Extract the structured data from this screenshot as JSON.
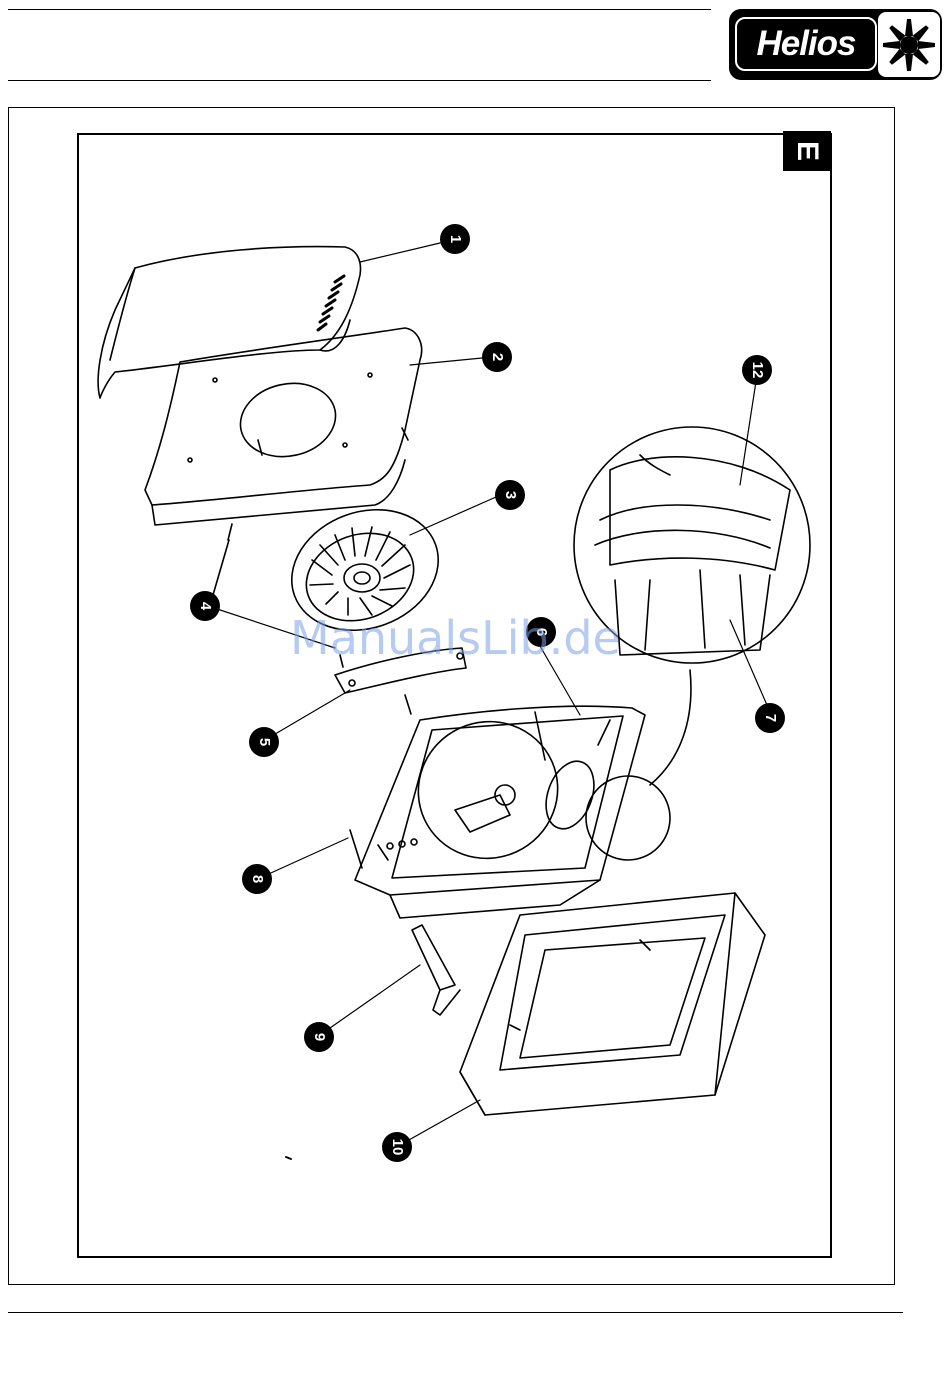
{
  "header": {
    "brand": "Helios",
    "logo_icon": "fan-wheel-icon"
  },
  "diagram": {
    "section_letter": "E",
    "watermark": "ManualsLib.de",
    "parts": [
      {
        "id": "p1",
        "label": "1"
      },
      {
        "id": "p2",
        "label": "2"
      },
      {
        "id": "p3",
        "label": "3"
      },
      {
        "id": "p4",
        "label": "4"
      },
      {
        "id": "p5",
        "label": "5"
      },
      {
        "id": "p6",
        "label": "6"
      },
      {
        "id": "p7",
        "label": "7"
      },
      {
        "id": "p8",
        "label": "8"
      },
      {
        "id": "p9",
        "label": "9"
      },
      {
        "id": "p10",
        "label": "10"
      },
      {
        "id": "p12",
        "label": "12"
      }
    ]
  },
  "colors": {
    "ink": "#000000",
    "paper": "#ffffff",
    "watermark": "#a8c2ec"
  }
}
